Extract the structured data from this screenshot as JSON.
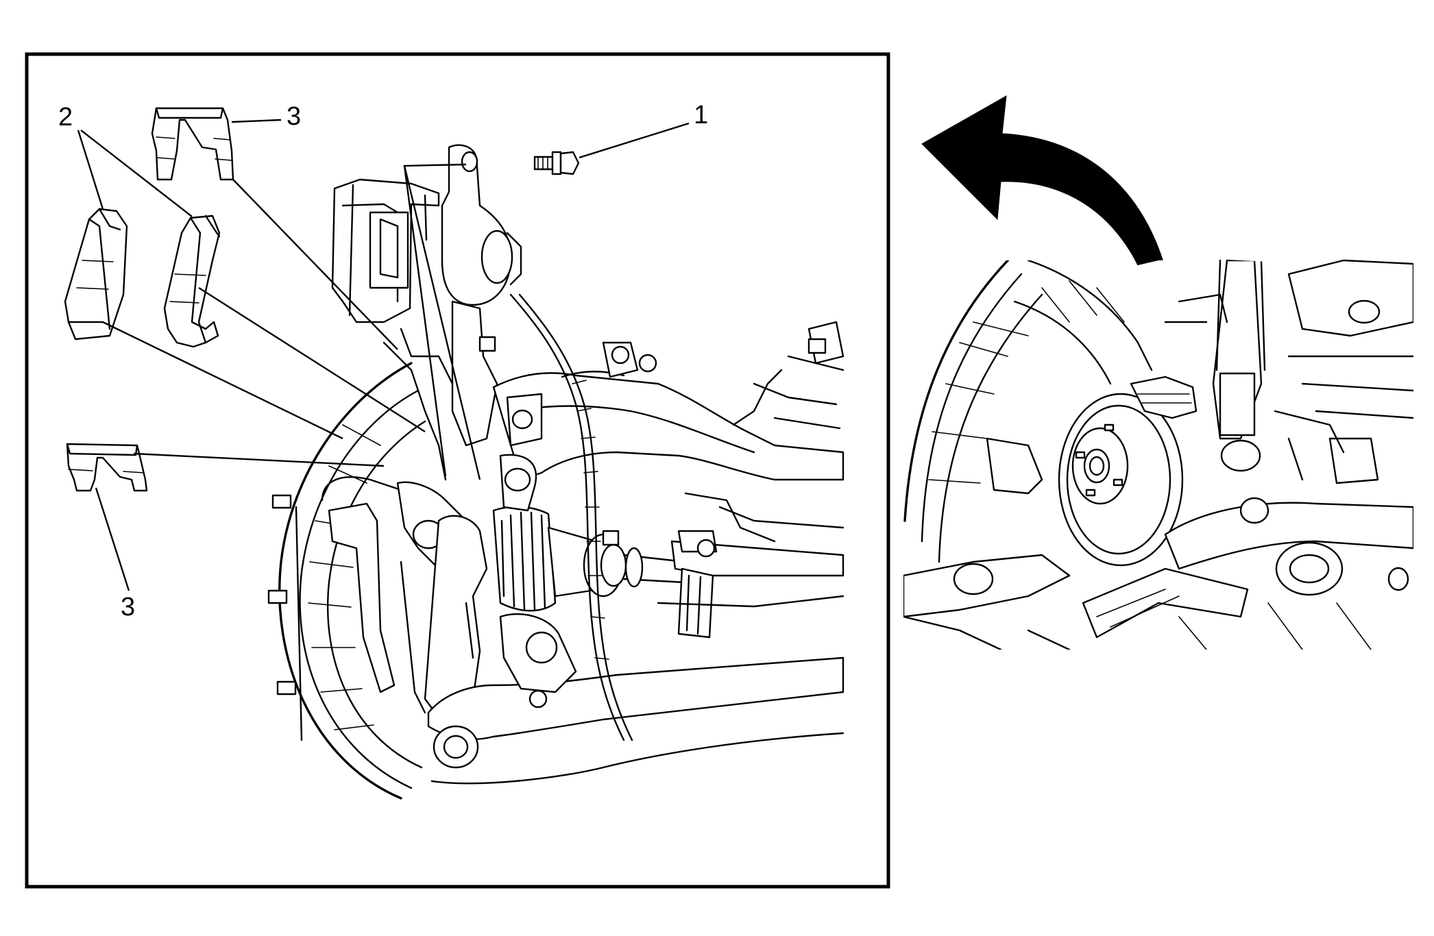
{
  "callouts": {
    "bolt": "1",
    "pads": "2",
    "clip_upper": "3",
    "clip_lower": "3"
  },
  "colors": {
    "ink": "#000000",
    "paper": "#ffffff"
  },
  "icons": {
    "rotate_arrow": "curved-arrow-icon"
  }
}
